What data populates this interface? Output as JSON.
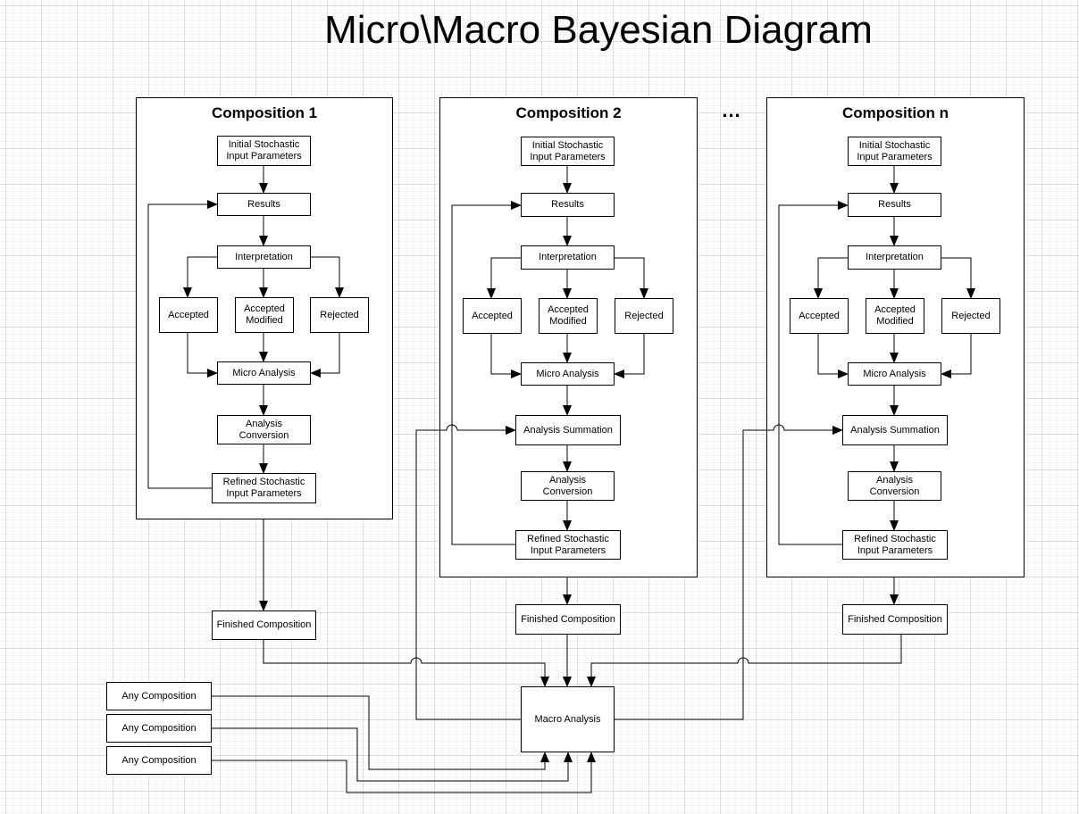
{
  "title": "Micro\\Macro Bayesian Diagram",
  "ellipsis": "...",
  "compositions": [
    {
      "title": "Composition 1",
      "initial": "Initial Stochastic Input Parameters",
      "results": "Results",
      "interpretation": "Interpretation",
      "accepted": "Accepted",
      "accepted_modified": "Accepted Modified",
      "rejected": "Rejected",
      "micro_analysis": "Micro Analysis",
      "analysis_conversion": "Analysis Conversion",
      "refined": "Refined Stochastic Input Parameters",
      "finished": "Finished Composition"
    },
    {
      "title": "Composition 2",
      "initial": "Initial Stochastic Input Parameters",
      "results": "Results",
      "interpretation": "Interpretation",
      "accepted": "Accepted",
      "accepted_modified": "Accepted Modified",
      "rejected": "Rejected",
      "micro_analysis": "Micro Analysis",
      "analysis_summation": "Analysis Summation",
      "analysis_conversion": "Analysis Conversion",
      "refined": "Refined Stochastic Input Parameters",
      "finished": "Finished Composition"
    },
    {
      "title": "Composition n",
      "initial": "Initial Stochastic Input Parameters",
      "results": "Results",
      "interpretation": "Interpretation",
      "accepted": "Accepted",
      "accepted_modified": "Accepted Modified",
      "rejected": "Rejected",
      "micro_analysis": "Micro Analysis",
      "analysis_summation": "Analysis Summation",
      "analysis_conversion": "Analysis Conversion",
      "refined": "Refined Stochastic Input Parameters",
      "finished": "Finished Composition"
    }
  ],
  "macro_analysis": "Macro Analysis",
  "any_composition": [
    "Any Composition",
    "Any Composition",
    "Any Composition"
  ]
}
